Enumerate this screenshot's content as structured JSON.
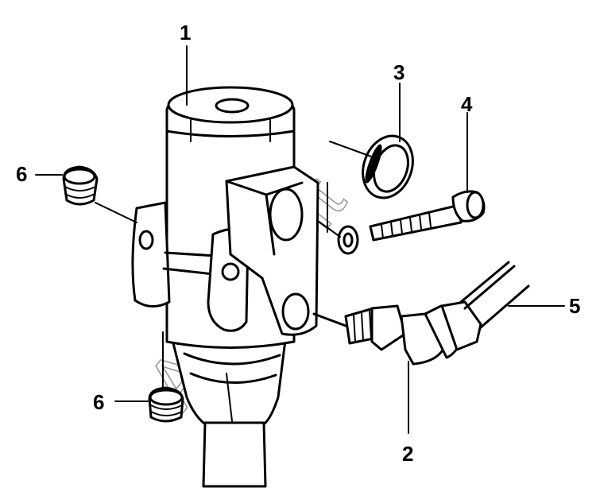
{
  "callouts": {
    "c1": "1",
    "c2": "2",
    "c3": "3",
    "c4": "4",
    "c5": "5",
    "c6_top": "6",
    "c6_bottom": "6"
  },
  "watermark": {
    "text": "Autosoft",
    "color": "#9a9a9a"
  },
  "colors": {
    "line": "#000000",
    "background": "#ffffff"
  }
}
